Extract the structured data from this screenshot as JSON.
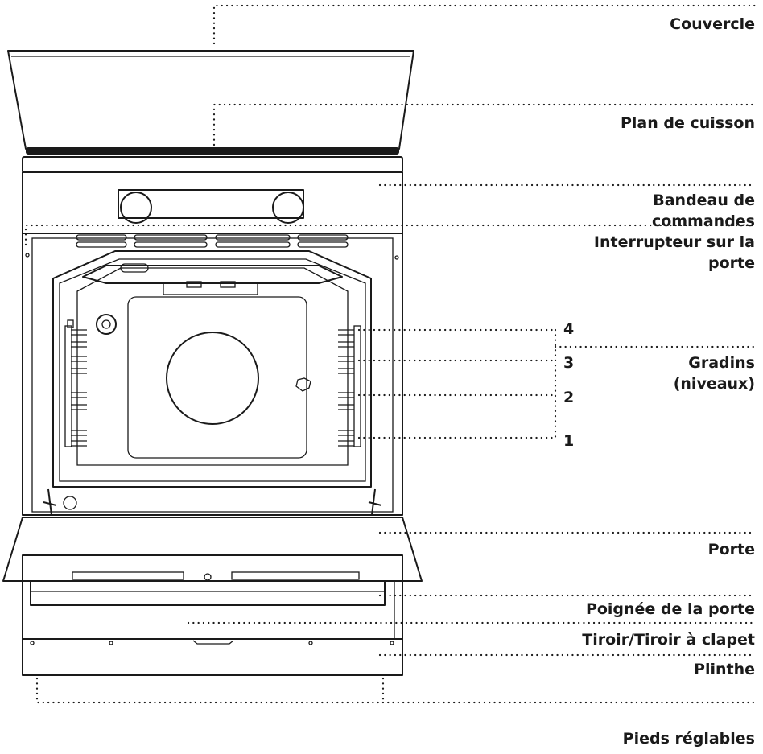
{
  "labels": {
    "couvercle": "Couvercle",
    "plan_de_cuisson": "Plan de cuisson",
    "bandeau_line1": "Bandeau de",
    "bandeau_line2": "commandes",
    "interrupteur_line1": "Interrupteur sur la",
    "interrupteur_line2": "porte",
    "gradins_line1": "Gradins",
    "gradins_line2": "(niveaux)",
    "porte": "Porte",
    "poignee": "Poignée de la porte",
    "tiroir": "Tiroir/Tiroir à clapet",
    "plinthe": "Plinthe",
    "pieds": "Pieds réglables"
  },
  "levels": [
    "4",
    "3",
    "2",
    "1"
  ]
}
